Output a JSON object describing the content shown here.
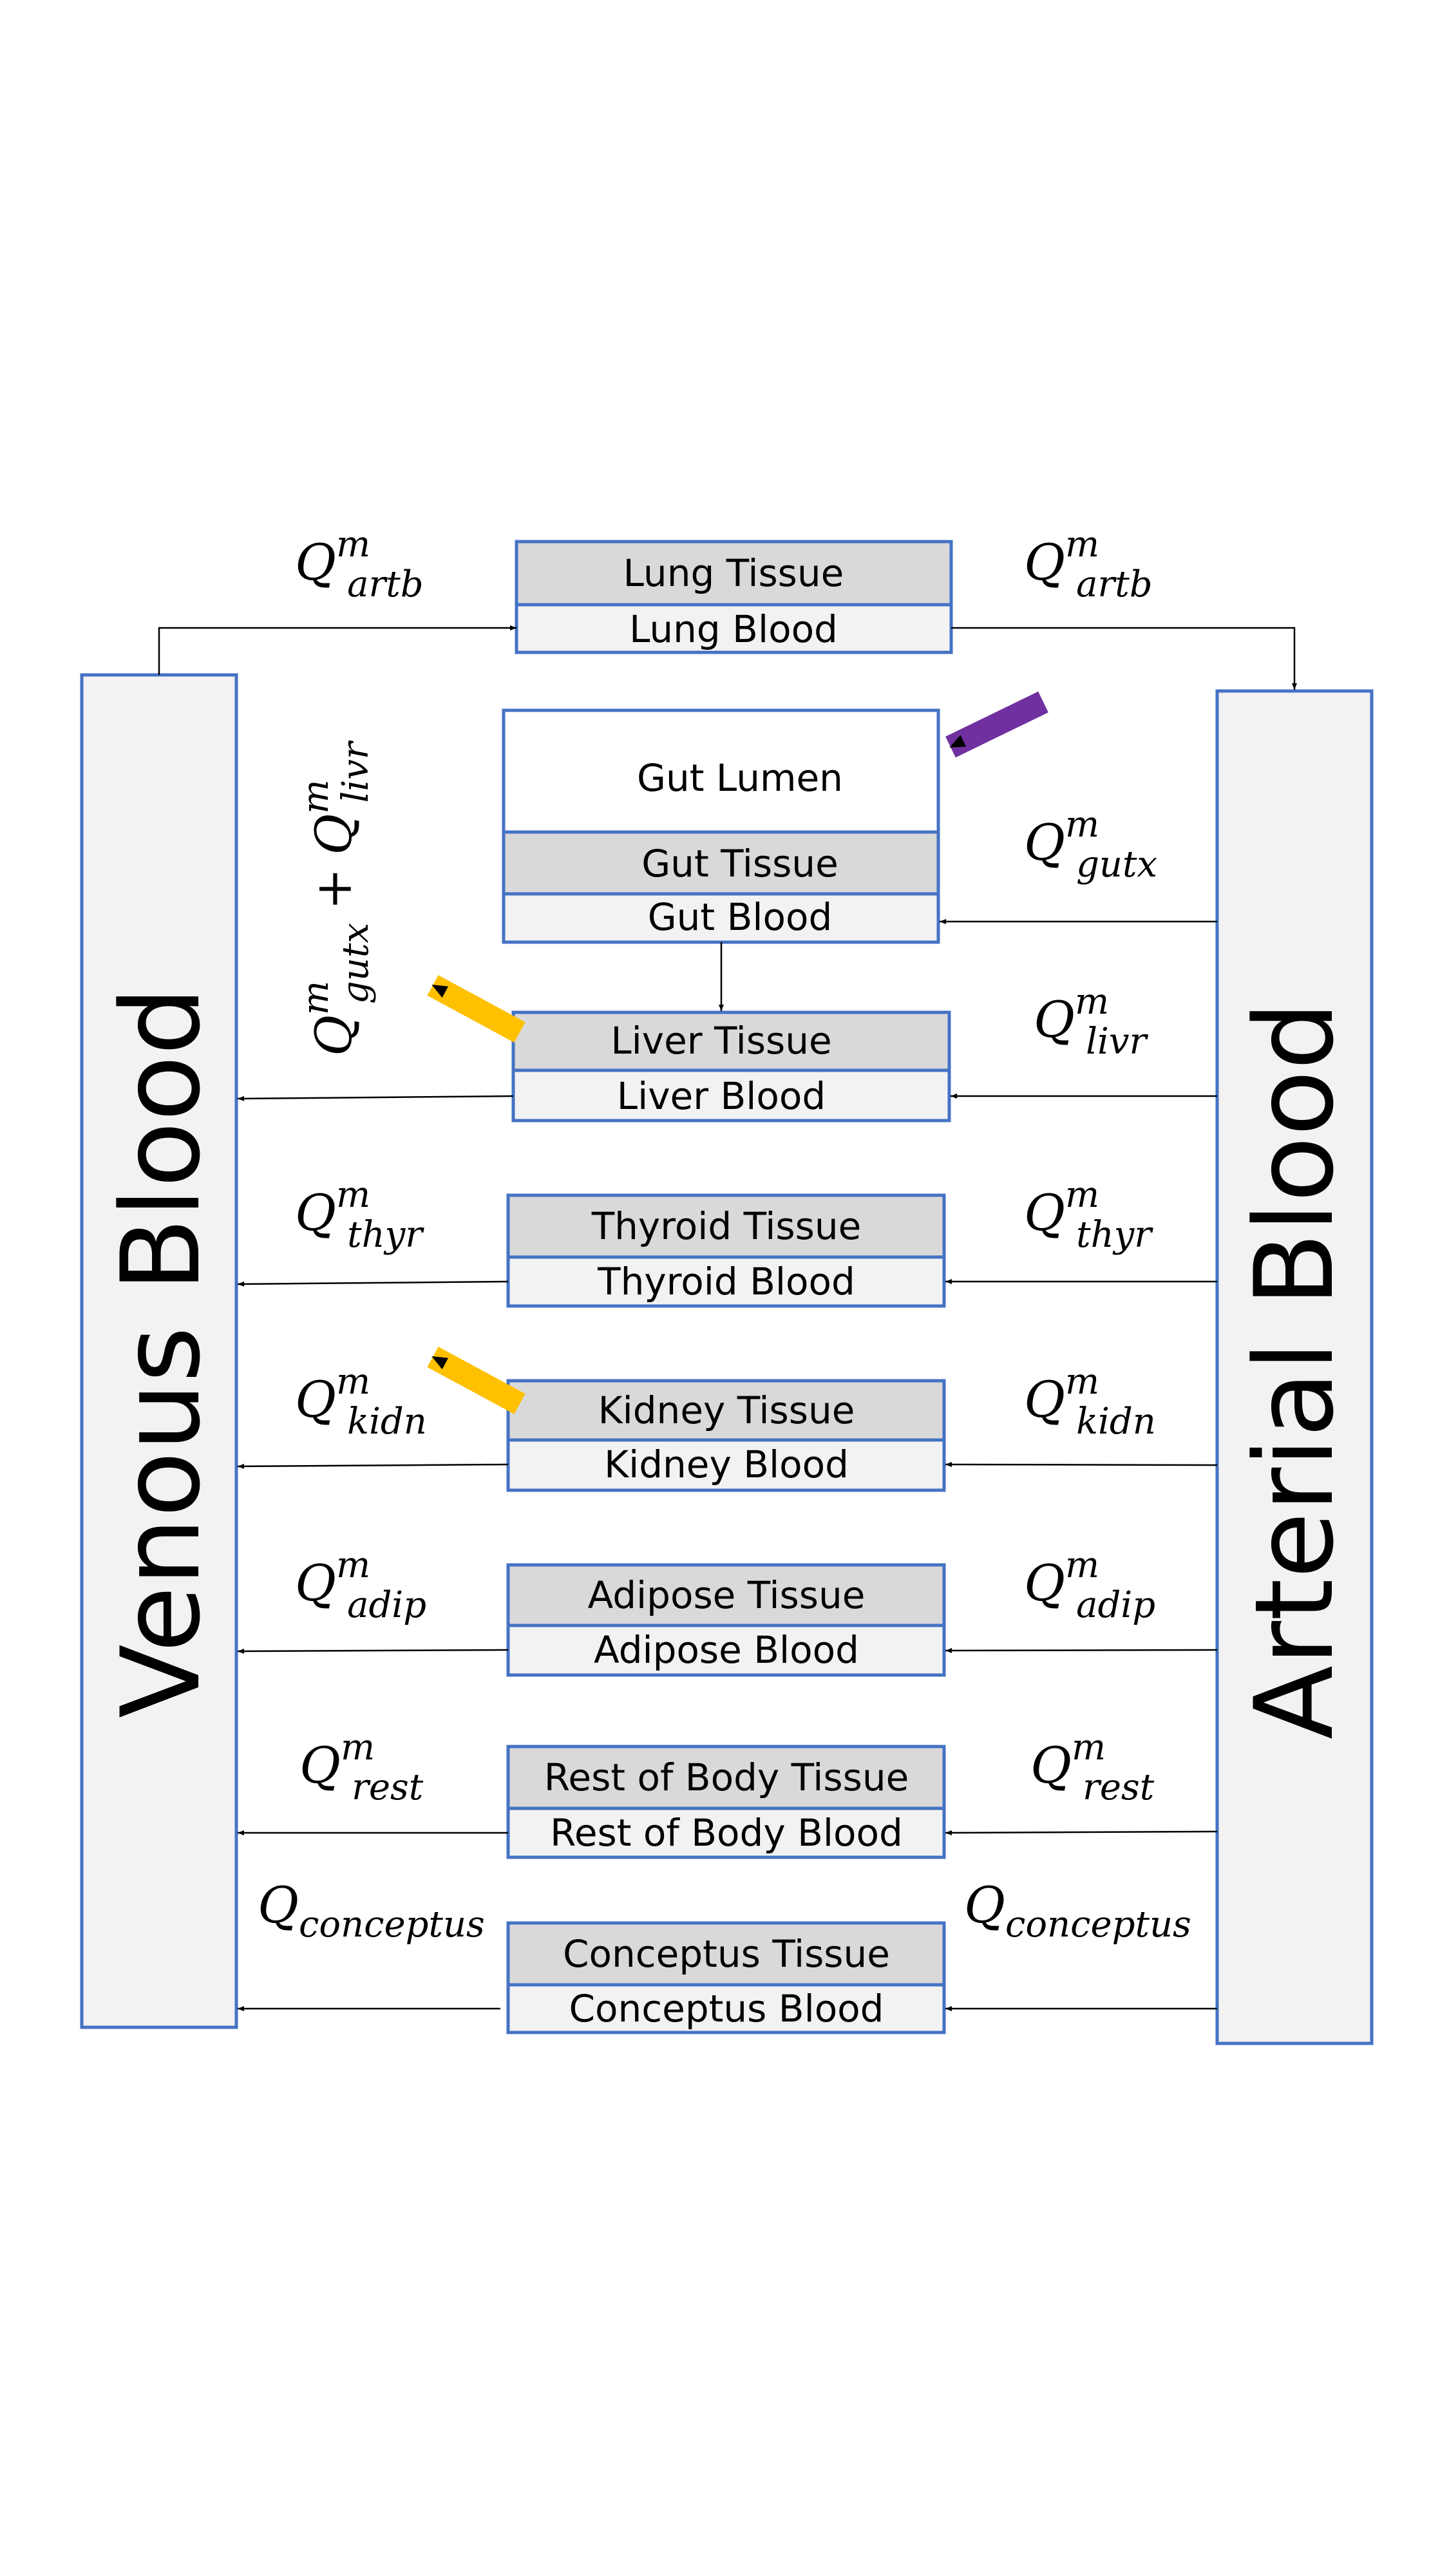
{
  "venous": {
    "label": "Venous Blood"
  },
  "arterial": {
    "label": "Arterial Blood"
  },
  "compartments": {
    "lung": {
      "tissue": "Lung Tissue",
      "blood": "Lung Blood"
    },
    "gut": {
      "lumen": "Gut Lumen",
      "tissue": "Gut Tissue",
      "blood": "Gut Blood"
    },
    "liver": {
      "tissue": "Liver Tissue",
      "blood": "Liver Blood"
    },
    "thyroid": {
      "tissue": "Thyroid Tissue",
      "blood": "Thyroid Blood"
    },
    "kidney": {
      "tissue": "Kidney Tissue",
      "blood": "Kidney Blood"
    },
    "adipose": {
      "tissue": "Adipose Tissue",
      "blood": "Adipose Blood"
    },
    "rest": {
      "tissue": "Rest of Body Tissue",
      "blood": "Rest of Body Blood"
    },
    "conceptus": {
      "tissue": "Conceptus Tissue",
      "blood": "Conceptus Blood"
    }
  },
  "flows": {
    "artb": {
      "base": "Q",
      "sup": "m",
      "sub": "artb"
    },
    "gutx": {
      "base": "Q",
      "sup": "m",
      "sub": "gutx"
    },
    "livr": {
      "base": "Q",
      "sup": "m",
      "sub": "livr"
    },
    "thyr": {
      "base": "Q",
      "sup": "m",
      "sub": "thyr"
    },
    "kidn": {
      "base": "Q",
      "sup": "m",
      "sub": "kidn"
    },
    "adip": {
      "base": "Q",
      "sup": "m",
      "sub": "adip"
    },
    "rest": {
      "base": "Q",
      "sup": "m",
      "sub": "rest"
    },
    "conceptus": {
      "base": "Q",
      "sub": "conceptus"
    },
    "plus": "+"
  },
  "colors": {
    "box_border": "#4472c4",
    "tissue_fill": "#d9d9d9",
    "blood_fill": "#f2f2f2",
    "lumen_fill": "#ffffff",
    "purple_arrow": "#7030a0",
    "yellow_arrow": "#ffc000",
    "connector": "#000000"
  },
  "markers": {
    "gut_lumen_input": "purple-arrow",
    "liver_output": "yellow-arrow",
    "kidney_output": "yellow-arrow"
  }
}
